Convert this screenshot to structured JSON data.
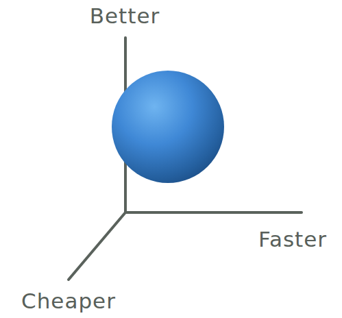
{
  "diagram": {
    "labels": [
      "Better",
      "Faster",
      "Cheaper"
    ]
  }
}
